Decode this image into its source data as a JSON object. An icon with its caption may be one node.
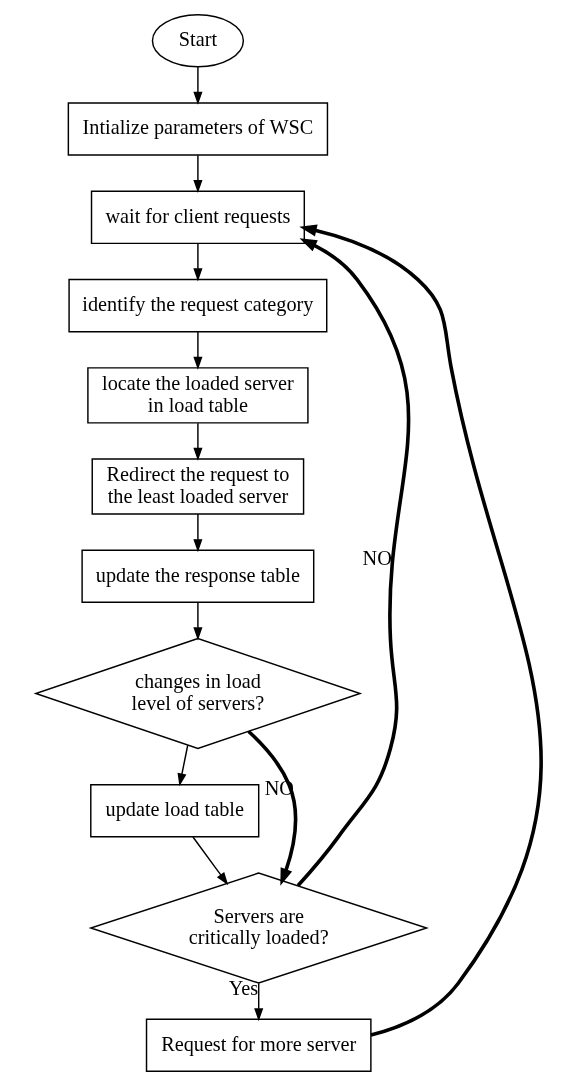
{
  "diagram": {
    "nodes": [
      {
        "text": [
          "Start"
        ]
      },
      {
        "text": [
          "Intialize parameters of WSC"
        ]
      },
      {
        "text": [
          "wait for client requests"
        ]
      },
      {
        "text": [
          "identify the request category"
        ]
      },
      {
        "text": [
          "locate the loaded server in load table"
        ]
      },
      {
        "text": [
          "Redirect the request to the least loaded server"
        ]
      },
      {
        "text": [
          "update the response table"
        ]
      },
      {
        "text": [
          "changes in load level of servers?"
        ]
      },
      {
        "text": [
          "update load table"
        ]
      },
      {
        "text": [
          "Servers are critically loaded?"
        ]
      },
      {
        "text": [
          "Request for more server"
        ]
      }
    ],
    "edges": [
      {
        "from": 0,
        "to": 1,
        "arrow": "to"
      },
      {
        "from": 1,
        "to": 2,
        "arrow": "to"
      },
      {
        "from": 2,
        "to": 3,
        "arrow": "to"
      },
      {
        "from": 3,
        "to": 4,
        "arrow": "to"
      },
      {
        "from": 4,
        "to": 5,
        "arrow": "to"
      },
      {
        "from": 5,
        "to": 6,
        "arrow": "to"
      },
      {
        "from": 6,
        "to": 7,
        "arrow": "to"
      },
      {
        "from": 7,
        "to": 8,
        "arrow": "to"
      },
      {
        "from": 7,
        "to": 9,
        "arrow": "to",
        "label": "NO",
        "style": "thick"
      },
      {
        "from": 8,
        "to": 9,
        "arrow": "to"
      },
      {
        "from": 9,
        "to": 10,
        "arrow": "to",
        "label": "Yes"
      },
      {
        "from": 9,
        "to": 2,
        "arrow": "to",
        "label": "NO",
        "style": "thick"
      },
      {
        "from": 10,
        "to": 2,
        "arrow": "to",
        "style": "thick"
      }
    ]
  }
}
